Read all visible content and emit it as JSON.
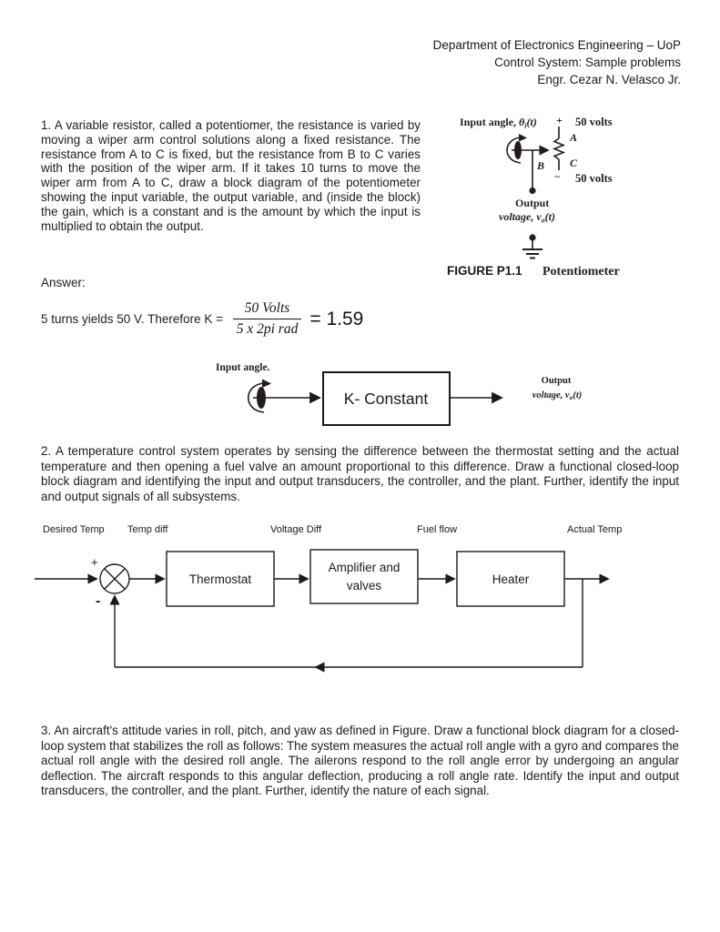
{
  "colors": {
    "background": "#ffffff",
    "ink": "#1c1c1c",
    "figure_ink": "#241c1a"
  },
  "header": {
    "line1": "Department of Electronics Engineering – UoP",
    "line2": "Control System: Sample problems",
    "line3": "Engr. Cezar N. Velasco Jr."
  },
  "problem1": {
    "text": "1. A variable resistor, called a potentiomer, the resistance is varied by moving a wiper arm control solutions along a fixed resistance. The resistance from A to C is fixed, but the resistance from B to C varies with the position of the wiper arm. If it takes 10 turns to move the wiper arm from A to C, draw a block diagram of the potentiometer showing the input variable, the output variable, and (inside the block) the gain, which is a constant and is the amount by which the input is multiplied to obtain the output."
  },
  "figure1": {
    "input_prefix": "Input angle, ",
    "theta": "θ",
    "theta_sub": "i",
    "theta_suffix": "(t)",
    "plus_sign": "+",
    "top_voltage": "50 volts",
    "node_a": "A",
    "node_b": "B",
    "node_c": "C",
    "minus_sign": "−",
    "bottom_voltage": "50 volts",
    "output_line1": "Output",
    "output_line2_pre": "voltage, v",
    "output_sub": "o",
    "output_suffix": "(t)",
    "caption_label": "FIGURE P1.1",
    "caption_title": "Potentiometer"
  },
  "answer": {
    "label": "Answer:",
    "prefix": "5 turns yields 50 V. Therefore K = ",
    "numerator": "50 Volts",
    "denominator": "5 x 2pi rad",
    "result": "= 1.59"
  },
  "diagram1": {
    "input_label": "Input angle.",
    "block_label": "K- Constant",
    "output_line1": "Output",
    "output_line2_pre": "voltage, v",
    "output_sub": "o",
    "output_suffix": "(t)"
  },
  "problem2": {
    "text": "2. A temperature control system operates by sensing the difference between the thermostat setting and the actual temperature and then opening a fuel valve an amount proportional to this difference. Draw a functional closed-loop block diagram and identifying the input and output transducers, the controller, and the plant. Further, identify the input and output signals of all subsystems."
  },
  "diagram2": {
    "signal_labels": [
      "Desired Temp",
      "Temp diff",
      "Voltage Diff",
      "Fuel flow",
      "Actual Temp"
    ],
    "plus_sign": "+",
    "minus_sign": "-",
    "block1": "Thermostat",
    "block2_line1": "Amplifier and",
    "block2_line2": "valves",
    "block3": "Heater"
  },
  "problem3": {
    "text": "3. An aircraft's attitude varies in roll, pitch, and yaw as defined in Figure. Draw a functional block diagram for a closed-loop system that stabilizes the roll as follows: The system measures the actual roll angle with a gyro and compares the actual roll angle with the desired roll angle. The ailerons respond to the roll angle error by undergoing an angular deflection. The aircraft responds to this angular deflection, producing a roll angle rate. Identify the input and output transducers, the controller, and the plant. Further, identify the nature of each signal."
  }
}
